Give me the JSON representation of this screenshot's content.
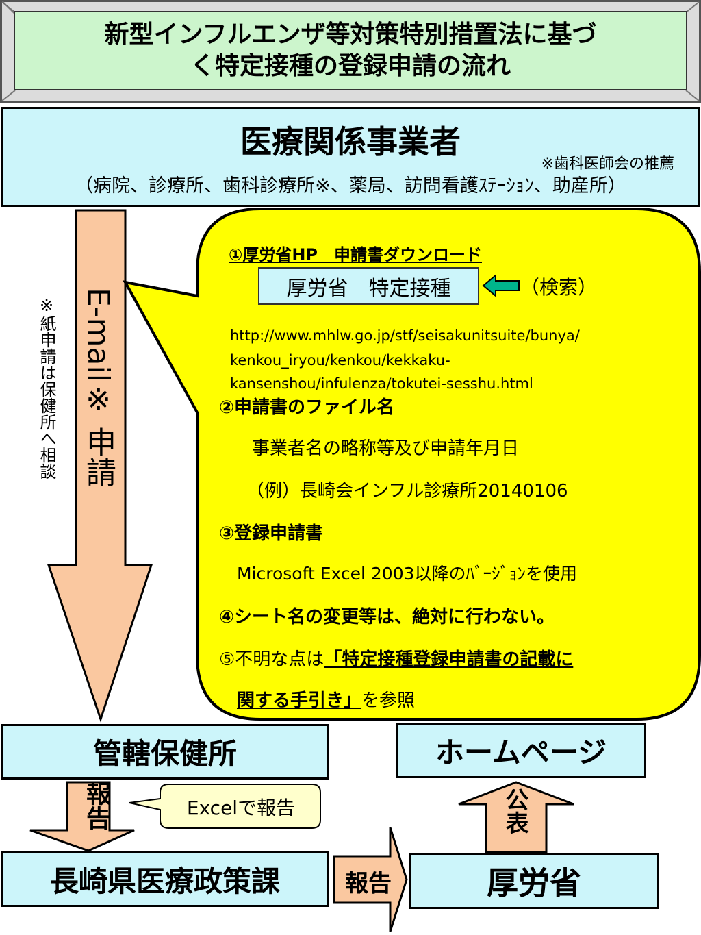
{
  "title": {
    "line1": "新型インフルエンザ等対策特別措置法に基づ",
    "line2": "く特定接種の登録申請の流れ"
  },
  "org": {
    "title": "医療関係事業者",
    "note": "※歯科医師会の推薦",
    "list": "（病院、診療所、歯科診療所※、薬局、訪問看護ｽﾃｰｼｮﾝ、助産所）"
  },
  "side_note": "※紙申請は保健所へ相談",
  "email_arrow": "E-mail※ 申請",
  "bubble": {
    "step1": "①厚労省HP　申請書ダウンロード",
    "search_box": "厚労省　特定接種",
    "search_label": "（検索）",
    "url1": "http://www.mhlw.go.jp/stf/seisakunitsuite/bunya/",
    "url2": "kenkou_iryou/kenkou/kekkaku-",
    "url3": "kansenshou/infulenza/tokutei-sesshu.html",
    "step2": "②申請書のファイル名",
    "step2_desc": "事業者名の略称等及び申請年月日",
    "step2_example": "（例）長崎会インフル診療所20140106",
    "step3": "③登録申請書",
    "step3_desc": "Microsoft Excel 2003以降のﾊﾞｰｼﾞｮﾝを使用",
    "step4": "④シート名の変更等は、絶対に行わない。",
    "step5_pre": "⑤不明な点は",
    "step5_link_a": "「特定接種登録申請書の記載に",
    "step5_link_b": "関する手引き」",
    "step5_post": "を参照"
  },
  "boxes": {
    "hokenjo": "管轄保健所",
    "homepage": "ホームページ",
    "nagasaki": "長崎県医療政策課",
    "mhlw": "厚労省"
  },
  "arrows": {
    "report1": "報告",
    "report2": "報告",
    "publish": "公表"
  },
  "excel_callout": "Excelで報告",
  "colors": {
    "title_bg": "#ccf5cc",
    "box_bg": "#ccf5fa",
    "arrow_fill": "#fac8a0",
    "bubble_fill": "#ffff00",
    "callout_fill": "#ffffcc",
    "search_arrow": "#00b48c"
  }
}
